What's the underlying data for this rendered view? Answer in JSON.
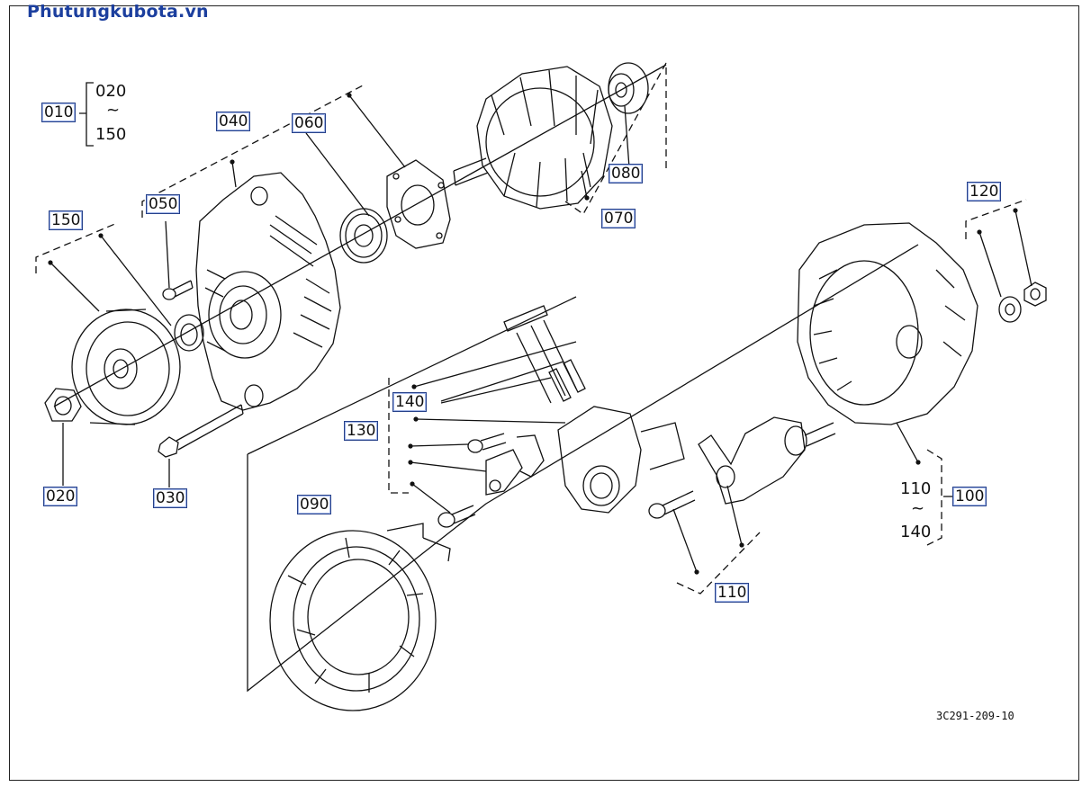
{
  "watermark": "Phutungkubota.vn",
  "drawing_number": "3C291-209-10",
  "callouts": {
    "c010": "010",
    "c020_range": "020",
    "c150_range": "150",
    "c040": "040",
    "c050": "050",
    "c060": "060",
    "c070": "070",
    "c080": "080",
    "c090": "090",
    "c100": "100",
    "c110": "110",
    "c120": "120",
    "c130": "130",
    "c140": "140",
    "c150": "150",
    "c020": "020",
    "c030": "030",
    "c110_range": "110",
    "c140_range": "140",
    "tilde": "~"
  },
  "colors": {
    "callout_border": "#26418a",
    "brand": "#1c3f9e",
    "ink": "#111111"
  }
}
